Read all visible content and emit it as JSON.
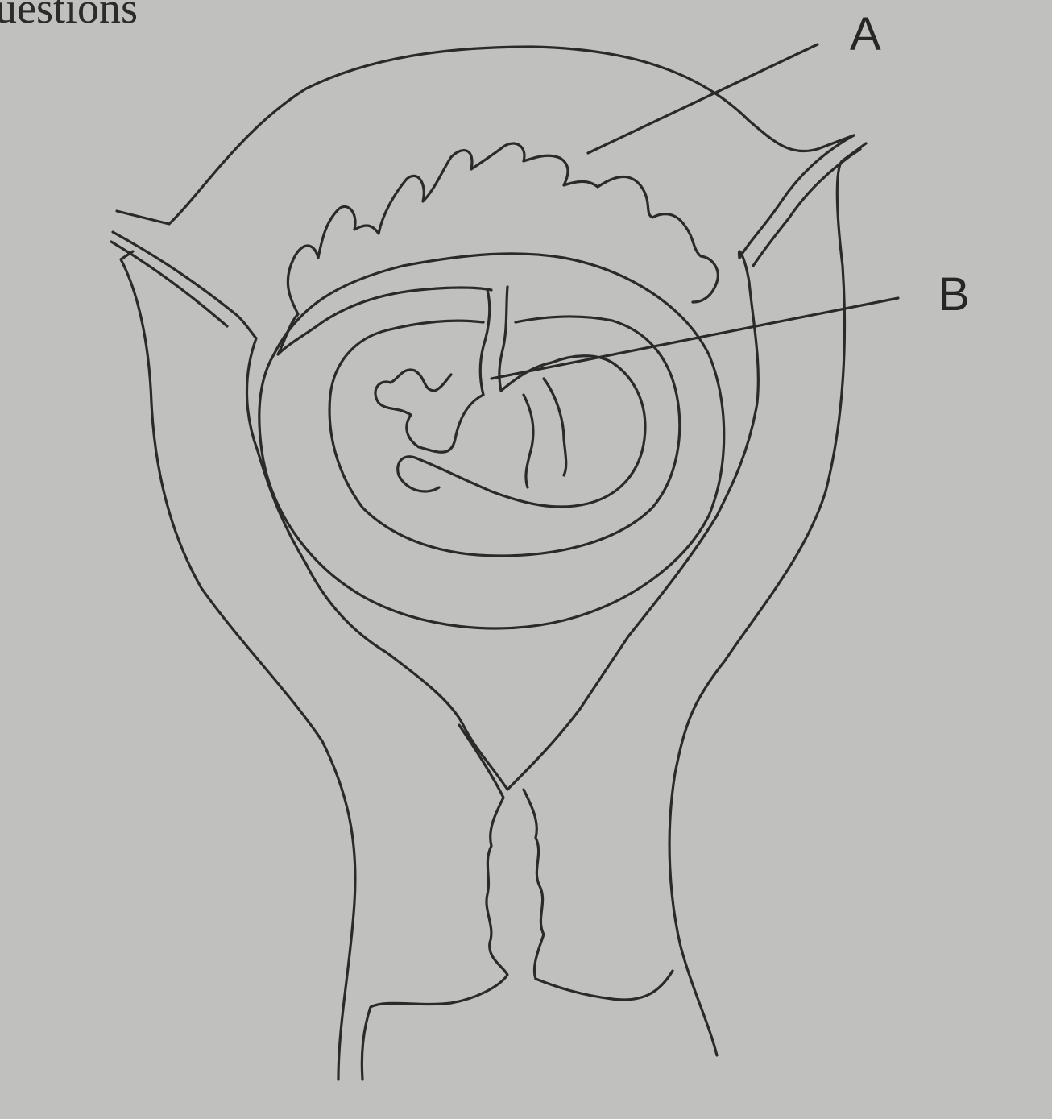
{
  "header_text": "uestions",
  "labels": {
    "A": "A",
    "B": "B"
  },
  "colors": {
    "paper": "#c0c0be",
    "ink": "#2a2a2a"
  }
}
